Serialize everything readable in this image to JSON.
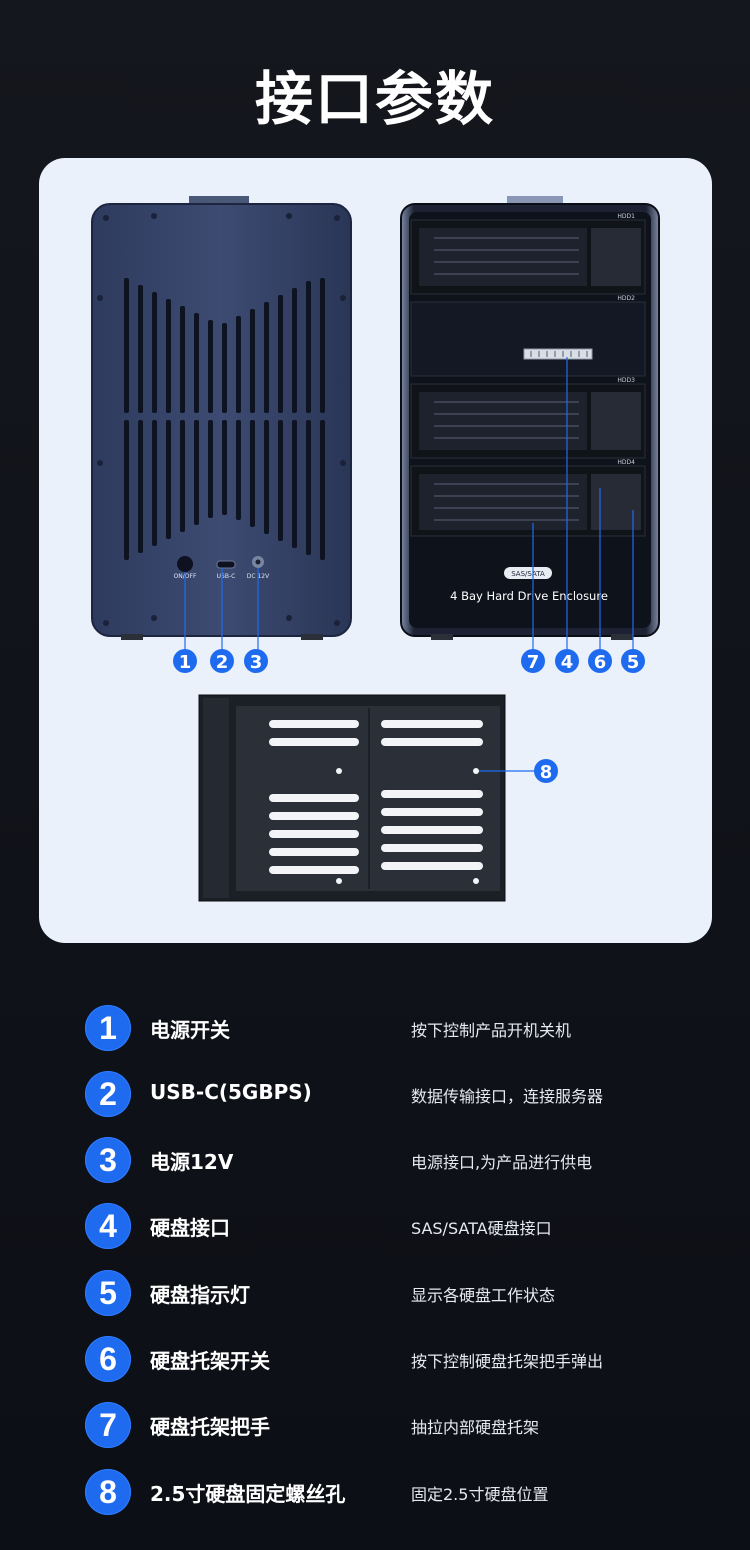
{
  "title": "接口参数",
  "panel": {
    "back_labels": {
      "power": "ON/OFF",
      "usb": "USB-C",
      "dc": "DC 12V"
    },
    "bays": [
      "HDD1",
      "HDD2",
      "HDD3",
      "HDD4"
    ],
    "front_badge": "SAS/SATA",
    "front_text": "4 Bay Hard Drive Enclosure",
    "callouts": {
      "back": [
        "1",
        "2",
        "3"
      ],
      "front": [
        "7",
        "4",
        "6",
        "5"
      ],
      "tray": "8"
    }
  },
  "specs": [
    {
      "num": "1",
      "name": "电源开关",
      "desc": "按下控制产品开机关机"
    },
    {
      "num": "2",
      "name": "USB-C(5GBPS)",
      "desc": "数据传输接口，连接服务器"
    },
    {
      "num": "3",
      "name": "电源12V",
      "desc": "电源接口,为产品进行供电"
    },
    {
      "num": "4",
      "name": "硬盘接口",
      "desc": "SAS/SATA硬盘接口"
    },
    {
      "num": "5",
      "name": "硬盘指示灯",
      "desc": "显示各硬盘工作状态"
    },
    {
      "num": "6",
      "name": "硬盘托架开关",
      "desc": "按下控制硬盘托架把手弹出"
    },
    {
      "num": "7",
      "name": "硬盘托架把手",
      "desc": "抽拉内部硬盘托架"
    },
    {
      "num": "8",
      "name": "2.5寸硬盘固定螺丝孔",
      "desc": "固定2.5寸硬盘位置"
    }
  ],
  "colors": {
    "accent": "#1f6bf0",
    "panel_bg": "#eaf1fb",
    "page_bg": "#12151b"
  }
}
